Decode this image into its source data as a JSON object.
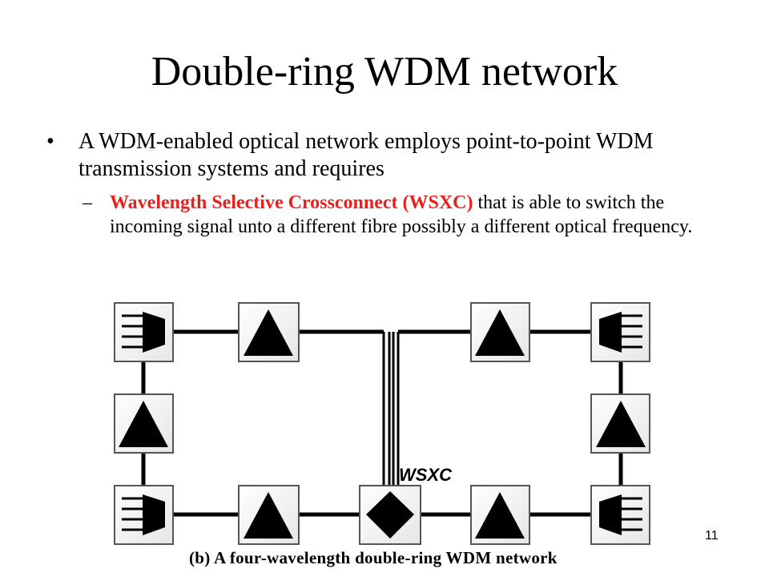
{
  "slide": {
    "title": "Double-ring WDM network",
    "bullet_text": "A WDM-enabled optical network employs point-to-point WDM transmission systems and requires",
    "sub_highlight": "Wavelength Selective Crossconnect (WSXC)",
    "sub_rest": " that is able to switch the incoming signal unto a different fibre possibly a different optical frequency.",
    "slide_number": "11"
  },
  "diagram": {
    "node_label": "WSXC",
    "caption": "(b) A four-wavelength double-ring WDM network"
  }
}
